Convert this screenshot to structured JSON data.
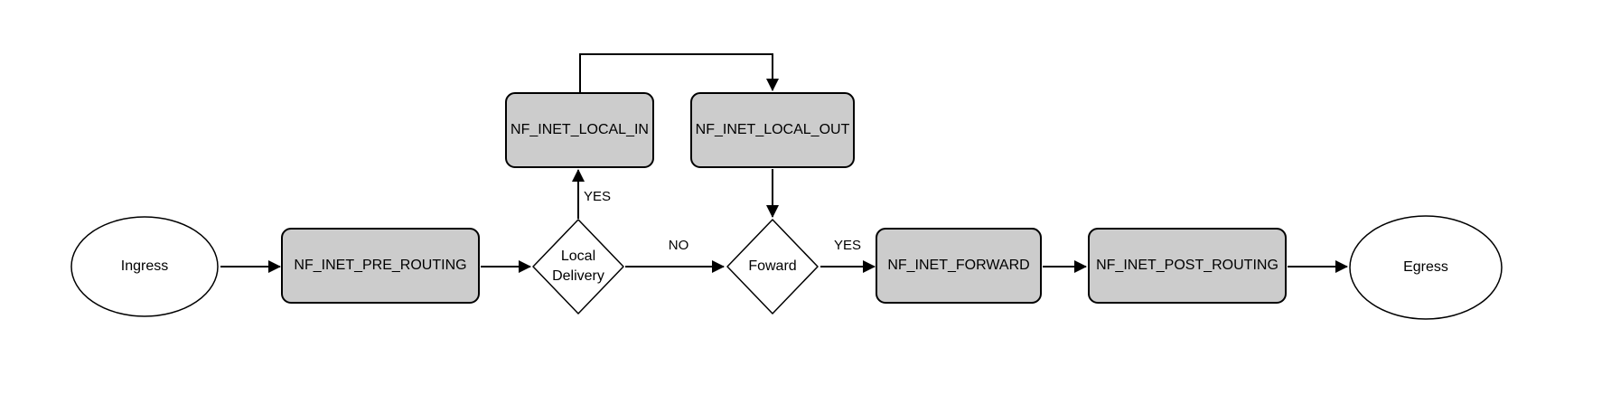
{
  "colors": {
    "background": "#ffffff",
    "node_fill": "#cccccc",
    "node_stroke": "#000000",
    "terminal_fill": "#ffffff",
    "decision_fill": "#ffffff",
    "edge_color": "#000000",
    "text_color": "#000000"
  },
  "nodes": {
    "ingress": {
      "label": "Ingress"
    },
    "pre_routing": {
      "label": "NF_INET_PRE_ROUTING"
    },
    "local_delivery": {
      "label": "Local Delivery"
    },
    "local_in": {
      "label": "NF_INET_LOCAL_IN"
    },
    "local_out": {
      "label": "NF_INET_LOCAL_OUT"
    },
    "forward_decision": {
      "label": "Foward"
    },
    "forward": {
      "label": "NF_INET_FORWARD"
    },
    "post_routing": {
      "label": "NF_INET_POST_ROUTING"
    },
    "egress": {
      "label": "Egress"
    }
  },
  "edge_labels": {
    "local_delivery_yes": "YES",
    "local_delivery_no": "NO",
    "forward_yes": "YES"
  }
}
